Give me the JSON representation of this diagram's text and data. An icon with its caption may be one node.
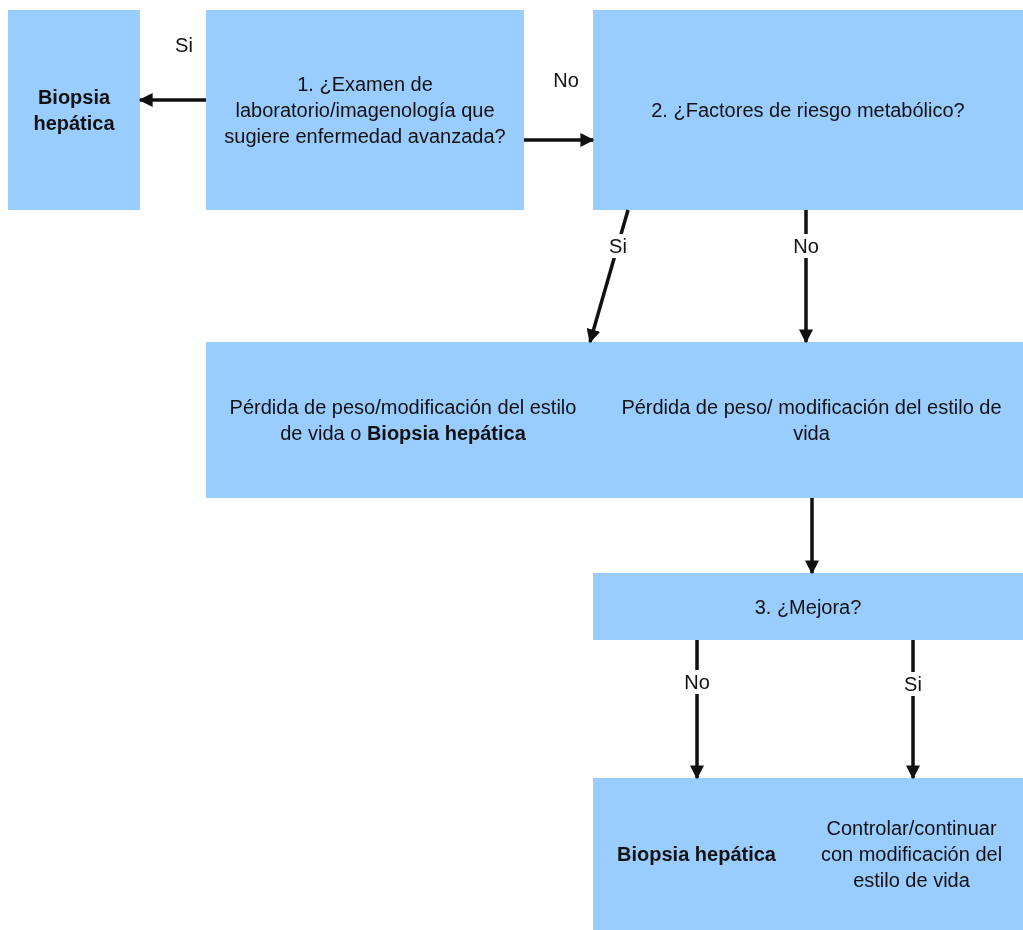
{
  "diagram": {
    "nodes": [
      {
        "text": [
          "Biopsia hepática"
        ]
      },
      {
        "text": [
          "1. ¿Examen de laboratorio/imagenología que sugiere enfermedad avanzada?"
        ]
      },
      {
        "text": [
          "2. ¿Factores de riesgo metabólico?"
        ]
      },
      {
        "text": [
          "Pérdida de peso/modificación del estilo de vida o **Biopsia hepática**"
        ]
      },
      {
        "text": [
          "Pérdida de peso/ modificación del estilo de vida"
        ]
      },
      {
        "text": [
          "3. ¿Mejora?"
        ]
      },
      {
        "text": [
          "Biopsia hepática"
        ]
      },
      {
        "text": [
          "Controlar/continuar con modificación del estilo de vida"
        ]
      }
    ],
    "edges": [
      {
        "from": 1,
        "to": 0,
        "arrow": "to",
        "label": "Si"
      },
      {
        "from": 1,
        "to": 2,
        "arrow": "to",
        "label": "No"
      },
      {
        "from": 2,
        "to": 3,
        "arrow": "to",
        "label": "Si"
      },
      {
        "from": 2,
        "to": 4,
        "arrow": "to",
        "label": "No"
      },
      {
        "from": 4,
        "to": 5,
        "arrow": "to"
      },
      {
        "from": 5,
        "to": 6,
        "arrow": "to",
        "label": "No"
      },
      {
        "from": 5,
        "to": 7,
        "arrow": "to",
        "label": "Si"
      }
    ]
  }
}
